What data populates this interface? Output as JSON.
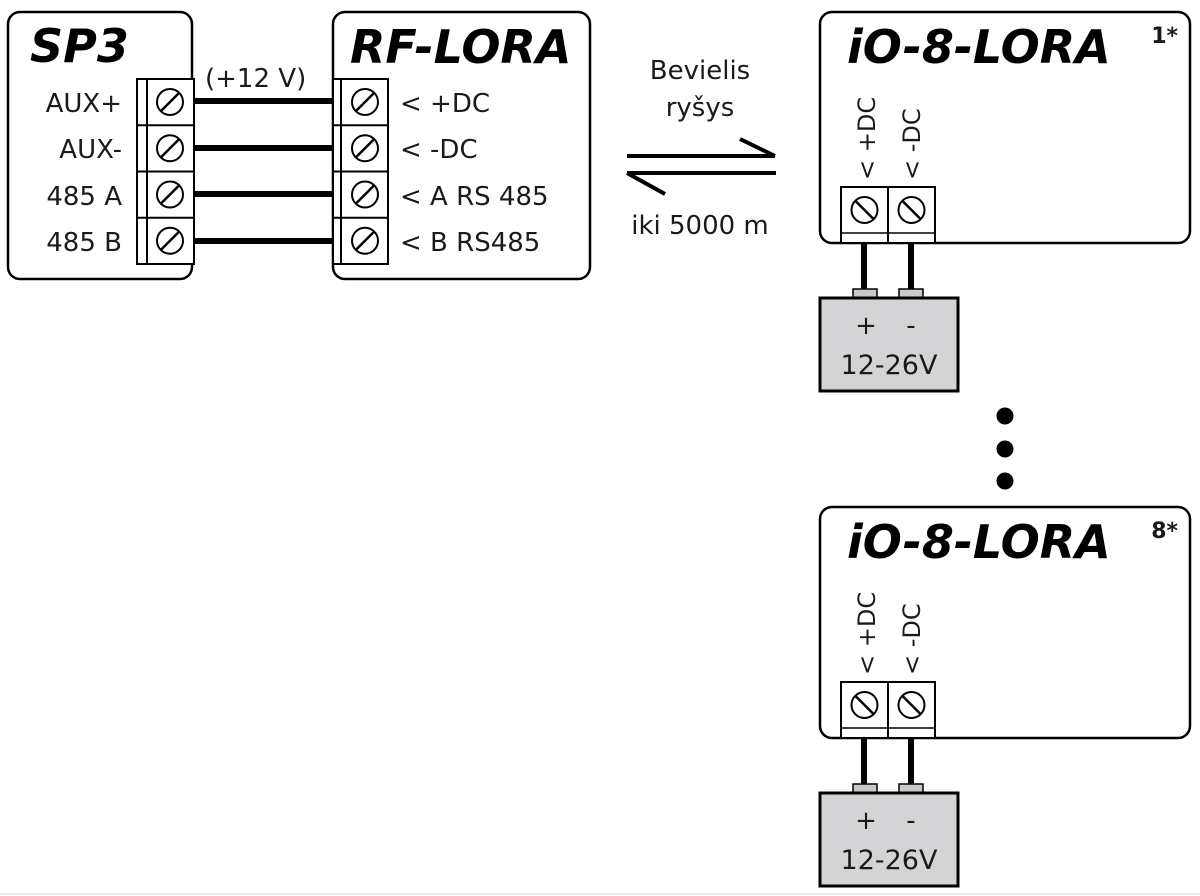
{
  "sp3": {
    "title": "SP3",
    "terminals": [
      "AUX+",
      "AUX-",
      "485 A",
      "485 B"
    ],
    "voltage_note": "(+12 V)"
  },
  "rf_lora": {
    "title": "RF-LORA",
    "terminals": [
      "< +DC",
      "< -DC",
      "< A RS 485",
      "< B RS485"
    ]
  },
  "link": {
    "line1": "Bevielis",
    "line2": "ryšys",
    "distance": "iki 5000 m"
  },
  "modules": [
    {
      "title": "iO-8-LORA",
      "index": "1*",
      "terminals": [
        "< +DC",
        "< -DC"
      ],
      "psu": {
        "plus": "+",
        "minus": "-",
        "voltage": "12-26V"
      }
    },
    {
      "title": "iO-8-LORA",
      "index": "8*",
      "terminals": [
        "< +DC",
        "< -DC"
      ],
      "psu": {
        "plus": "+",
        "minus": "-",
        "voltage": "12-26V"
      }
    }
  ],
  "colors": {
    "line": "#000000",
    "psu_fill": "#d4d4d6",
    "text": "#1a1a1a"
  }
}
